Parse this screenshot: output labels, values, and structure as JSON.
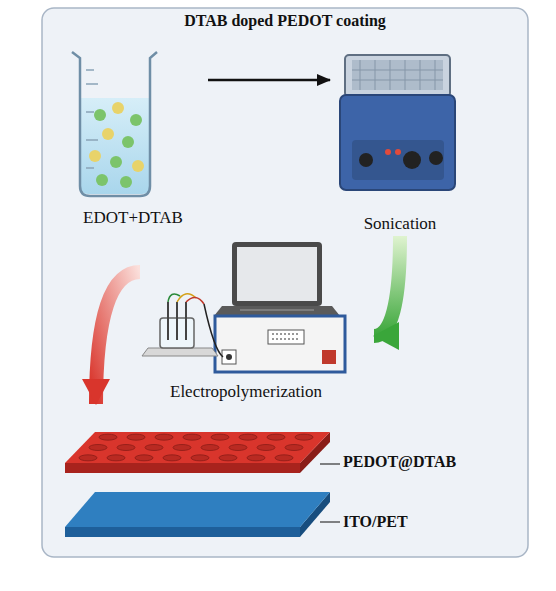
{
  "diagram": {
    "title": "DTAB doped PEDOT coating",
    "nodes": [
      {
        "text": [
          "EDOT+DTAB"
        ]
      },
      {
        "text": [
          "Sonication"
        ]
      },
      {
        "text": [
          "Electropolymerization"
        ]
      },
      {
        "text": [
          "PEDOT@DTAB"
        ]
      },
      {
        "text": [
          "ITO/PET"
        ]
      }
    ],
    "edges": [
      {
        "from": 0,
        "to": 1,
        "arrow": "to"
      },
      {
        "from": 1,
        "to": 2,
        "arrow": "to"
      },
      {
        "from": 2,
        "to": 3,
        "arrow": "to"
      }
    ]
  }
}
